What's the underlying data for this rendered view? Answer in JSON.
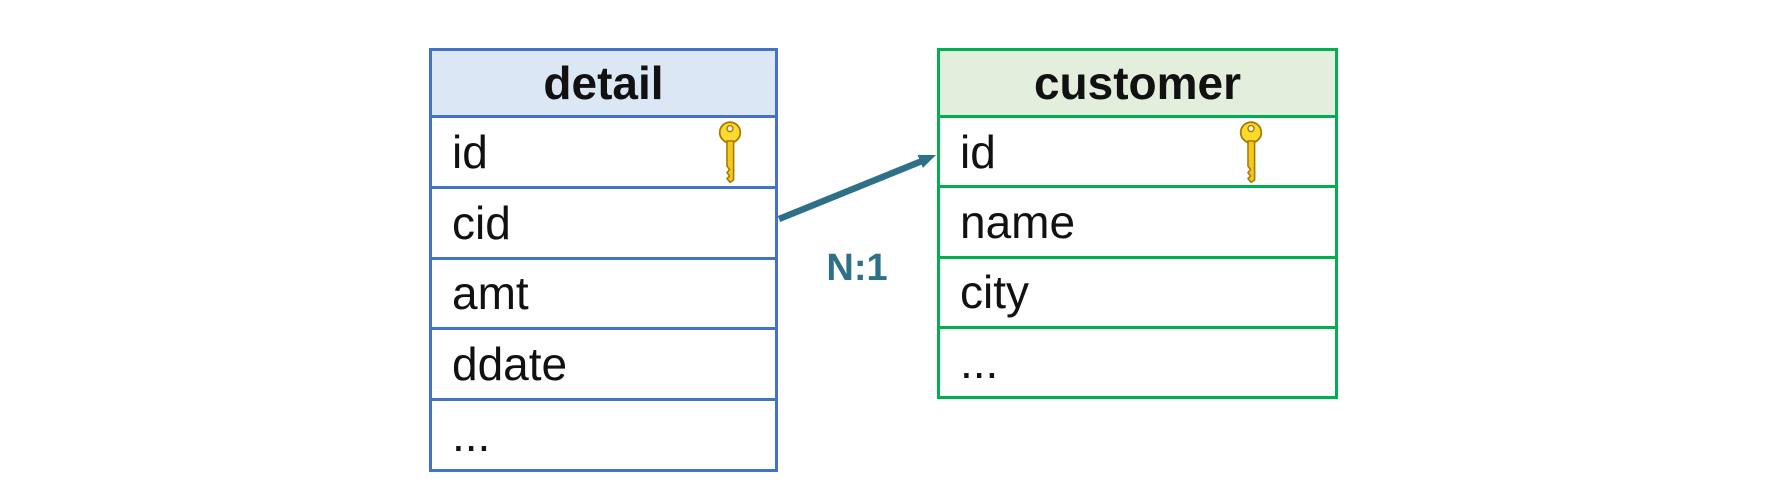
{
  "diagram": {
    "tables": [
      {
        "title": "detail",
        "accent_color": "#4472C4",
        "header_fill": "#DBE7F5",
        "rows": [
          {
            "label": "id",
            "primary_key": true
          },
          {
            "label": "cid",
            "primary_key": false
          },
          {
            "label": "amt",
            "primary_key": false
          },
          {
            "label": "ddate",
            "primary_key": false
          },
          {
            "label": "...",
            "primary_key": false
          }
        ]
      },
      {
        "title": "customer",
        "accent_color": "#00B050",
        "header_fill": "#E3EFDC",
        "rows": [
          {
            "label": "id",
            "primary_key": true
          },
          {
            "label": "name",
            "primary_key": false
          },
          {
            "label": "city",
            "primary_key": false
          },
          {
            "label": "...",
            "primary_key": false
          }
        ]
      }
    ],
    "relationship": {
      "label": "N:1",
      "from": "detail.cid",
      "to": "customer.id",
      "color": "#2D7087"
    }
  }
}
